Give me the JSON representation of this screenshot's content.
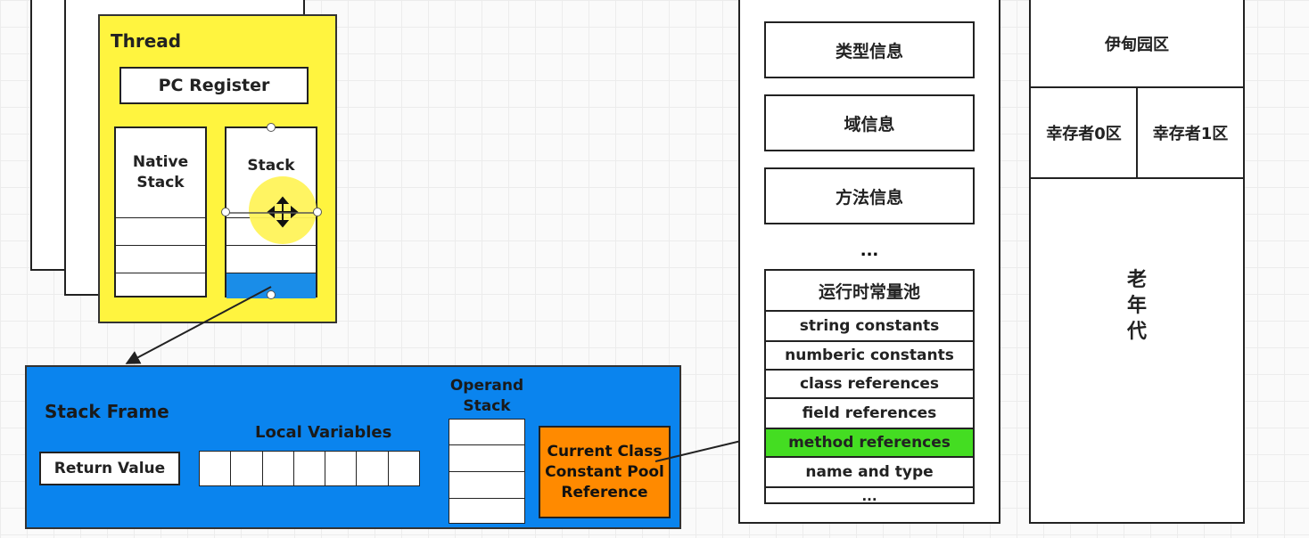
{
  "thread": {
    "title": "Thread",
    "pc_register": "PC Register",
    "native_stack": "Native\nStack",
    "stack": "Stack"
  },
  "stack_frame": {
    "title": "Stack Frame",
    "return_value": "Return Value",
    "local_variables": "Local Variables",
    "operand_stack": "Operand\nStack",
    "current_class_ref": "Current Class\nConstant Pool\nReference"
  },
  "method_area": {
    "type_info": "类型信息",
    "field_info": "域信息",
    "method_info": "方法信息",
    "ellipsis": "...",
    "runtime_pool": {
      "title": "运行时常量池",
      "items": [
        "string constants",
        "numberic constants",
        "class references",
        "field references",
        "method references",
        "name and type",
        "..."
      ],
      "highlight_color": "#44dd22"
    }
  },
  "heap": {
    "eden": "伊甸园区",
    "survivor0": "幸存者0区",
    "survivor1": "幸存者1区",
    "old_gen": "老\n年\n代"
  },
  "colors": {
    "thread_bg": "#fff43f",
    "stack_frame_bg": "#0a84ee",
    "orange": "#ff8a00",
    "cursor_highlight": "#fff35a"
  },
  "icons": {
    "cursor": "move-cursor-icon"
  }
}
